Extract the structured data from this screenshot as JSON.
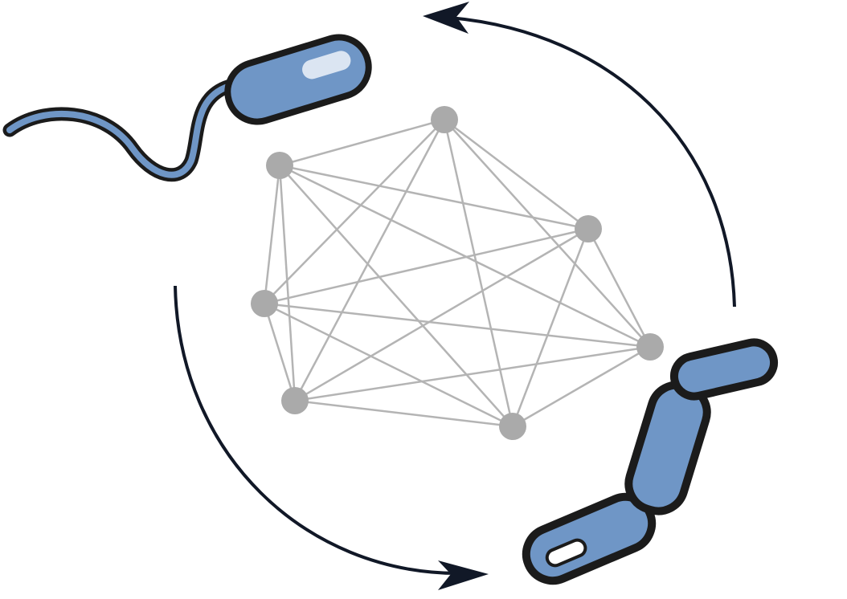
{
  "diagram": {
    "colors": {
      "background": "#ffffff",
      "cell_fill": "#6f96c6",
      "cell_outline": "#1b1b1b",
      "highlight": "#dbe5f2",
      "spore": "#ffffff",
      "network_node": "#aaaaaa",
      "network_edge": "#b4b4b4",
      "arrow": "#111827"
    },
    "network": {
      "node_count": 7,
      "fully_connected": true
    },
    "cells": [
      {
        "name": "motile-cell",
        "flagellum": true
      },
      {
        "name": "chain-cell-1",
        "flagellum": false
      },
      {
        "name": "chain-cell-2",
        "flagellum": false
      },
      {
        "name": "chain-cell-3",
        "spore": true
      }
    ],
    "arrows": [
      {
        "name": "cycle-arrow-top"
      },
      {
        "name": "cycle-arrow-bottom"
      }
    ]
  }
}
